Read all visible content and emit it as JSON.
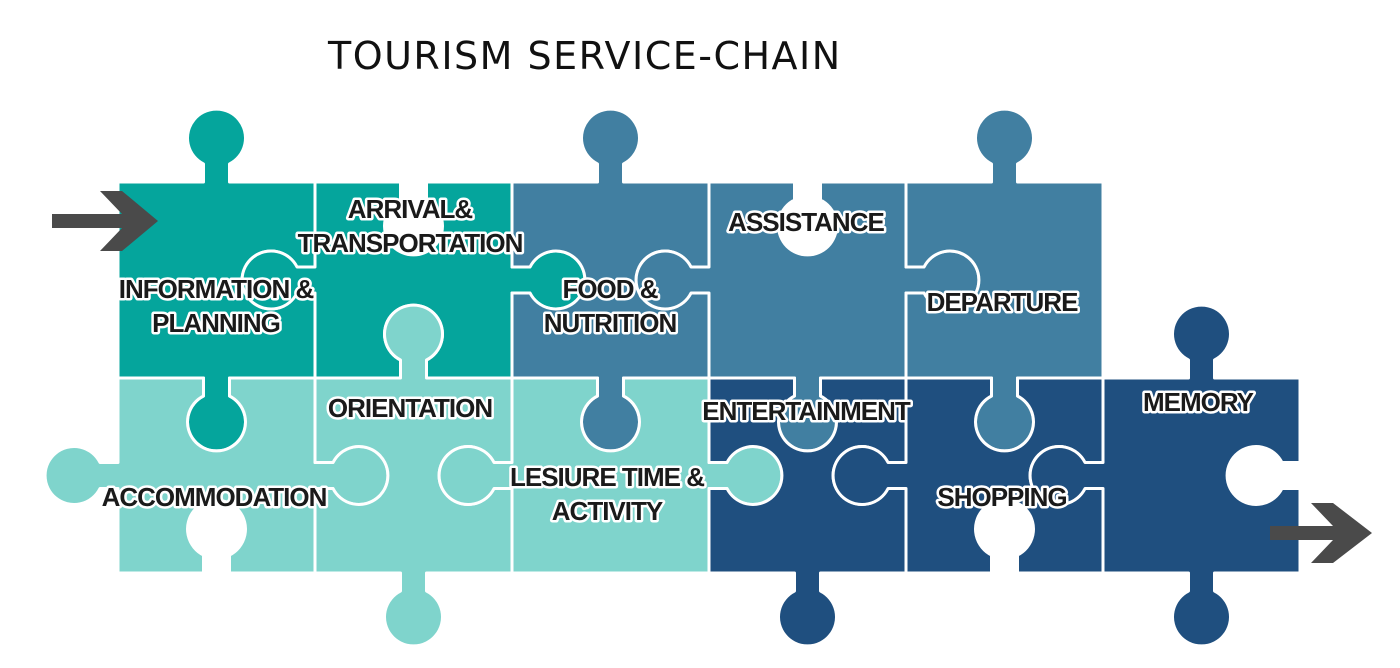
{
  "title": "TOURISM SERVICE-CHAIN",
  "colors": {
    "teal_dark": "#05a59c",
    "teal_light": "#7fd4cc",
    "steel_blue": "#417fa1",
    "navy": "#1f4f7f",
    "arrow": "#4a4a4a",
    "seam": "#ffffff"
  },
  "pieces": [
    {
      "id": "information",
      "lines": [
        "INFORMATION &",
        "PLANNING"
      ],
      "color": "teal_dark"
    },
    {
      "id": "arrival",
      "lines": [
        "ARRIVAL&",
        "TRANSPORTATION"
      ],
      "color": "teal_dark"
    },
    {
      "id": "food",
      "lines": [
        "FOOD &",
        "NUTRITION"
      ],
      "color": "steel_blue"
    },
    {
      "id": "assistance",
      "lines": [
        "ASSISTANCE"
      ],
      "color": "steel_blue"
    },
    {
      "id": "departure",
      "lines": [
        "DEPARTURE"
      ],
      "color": "steel_blue"
    },
    {
      "id": "accommodation",
      "lines": [
        "ACCOMMODATION"
      ],
      "color": "teal_light"
    },
    {
      "id": "orientation",
      "lines": [
        "ORIENTATION"
      ],
      "color": "teal_light"
    },
    {
      "id": "leisure",
      "lines": [
        "LESIURE TIME &",
        "ACTIVITY"
      ],
      "color": "teal_light"
    },
    {
      "id": "entertainment",
      "lines": [
        "ENTERTAINMENT"
      ],
      "color": "navy"
    },
    {
      "id": "shopping",
      "lines": [
        "SHOPPING"
      ],
      "color": "navy"
    },
    {
      "id": "memory",
      "lines": [
        "MEMORY"
      ],
      "color": "navy"
    }
  ]
}
